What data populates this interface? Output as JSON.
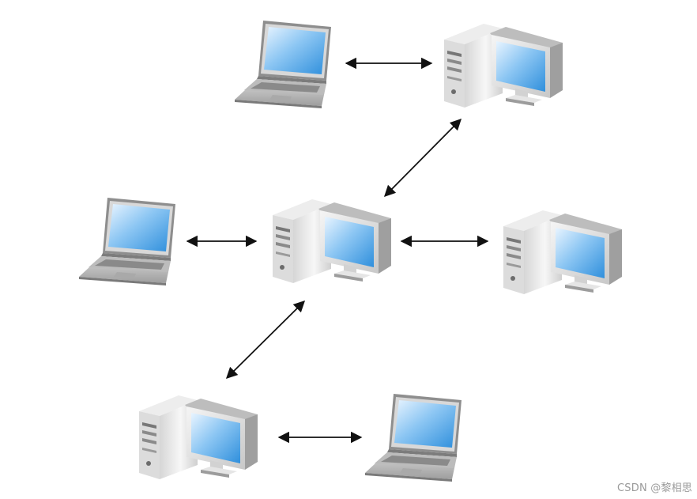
{
  "diagram": {
    "nodes": [
      {
        "id": "laptop-top",
        "kind": "laptop"
      },
      {
        "id": "desktop-top",
        "kind": "desktop"
      },
      {
        "id": "laptop-middle",
        "kind": "laptop"
      },
      {
        "id": "desktop-center",
        "kind": "desktop"
      },
      {
        "id": "desktop-right",
        "kind": "desktop"
      },
      {
        "id": "desktop-bottom",
        "kind": "desktop"
      },
      {
        "id": "laptop-bottom",
        "kind": "laptop"
      }
    ],
    "edges": [
      {
        "from": "laptop-top",
        "to": "desktop-top",
        "direction": "both"
      },
      {
        "from": "desktop-top",
        "to": "desktop-center",
        "direction": "both"
      },
      {
        "from": "laptop-middle",
        "to": "desktop-center",
        "direction": "both"
      },
      {
        "from": "desktop-center",
        "to": "desktop-right",
        "direction": "both"
      },
      {
        "from": "desktop-center",
        "to": "desktop-bottom",
        "direction": "both"
      },
      {
        "from": "desktop-bottom",
        "to": "laptop-bottom",
        "direction": "both"
      }
    ]
  },
  "colors": {
    "screen_light": "#cfe6fb",
    "screen_dark": "#3f9be3",
    "case_light": "#f4f4f4",
    "case_dark": "#bdbdbd",
    "arrow": "#111111"
  },
  "icons": {
    "laptop": "laptop-icon",
    "desktop": "desktop-computer-icon",
    "arrow": "double-headed-arrow-icon"
  },
  "watermark": {
    "text": "CSDN @黎相思"
  }
}
